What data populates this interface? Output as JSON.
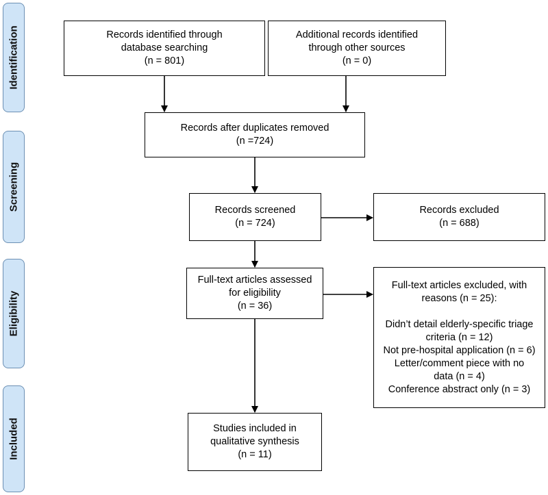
{
  "phases": {
    "identification": "Identification",
    "screening": "Screening",
    "eligibility": "Eligibility",
    "included": "Included"
  },
  "boxes": {
    "database": {
      "line1": "Records identified through",
      "line2": "database searching",
      "count": "(n = 801)"
    },
    "other_sources": {
      "line1": "Additional records identified",
      "line2": "through other sources",
      "count": "(n = 0)"
    },
    "duplicates_removed": {
      "line1": "Records after duplicates removed",
      "count": "(n =724)"
    },
    "screened": {
      "line1": "Records screened",
      "count": "(n = 724)"
    },
    "excluded": {
      "line1": "Records excluded",
      "count": "(n = 688)"
    },
    "fulltext_assessed": {
      "line1": "Full-text articles assessed",
      "line2": "for eligibility",
      "count": "(n = 36)"
    },
    "fulltext_excluded": {
      "line1": "Full-text articles excluded, with",
      "line2": "reasons (n = 25):",
      "reasons": [
        "Didn’t detail elderly-specific triage",
        "criteria (n = 12)",
        "Not pre-hospital application (n = 6)",
        "Letter/comment piece with no",
        "data (n = 4)",
        "Conference abstract only (n = 3)"
      ]
    },
    "included": {
      "line1": "Studies included in",
      "line2": "qualitative synthesis",
      "count": "(n = 11)"
    }
  },
  "colors": {
    "phase_fill": "#cfe4f7",
    "phase_border": "#6b8fb3",
    "box_border": "#000000"
  }
}
